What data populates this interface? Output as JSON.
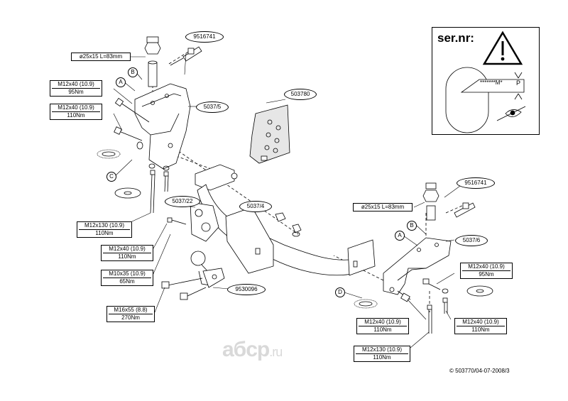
{
  "warning": {
    "ser_nr": "ser.nr:",
    "serial_text": "*******M*",
    "serial_suffix": "P"
  },
  "part_labels": {
    "top_bolt_kit": "9516741",
    "bracket_left": "5037/5",
    "wiring_kit": "503780",
    "center_bar": "5037/4",
    "socket_plate": "5037/22",
    "right_bolt_kit": "9516741",
    "bracket_right": "5037/6",
    "ball": "9530096"
  },
  "specs": [
    {
      "id": "spacer_left",
      "line1": "ø25x15 L=83mm",
      "line2": ""
    },
    {
      "id": "bolt_a_left",
      "line1": "M12x40 (10.9)",
      "line2": "95Nm"
    },
    {
      "id": "bolt_b_left",
      "line1": "M12x40 (10.9)",
      "line2": "110Nm"
    },
    {
      "id": "bolt_long_left",
      "line1": "M12x130 (10.9)",
      "line2": "110Nm"
    },
    {
      "id": "bolt_socket",
      "line1": "M12x40 (10.9)",
      "line2": "110Nm"
    },
    {
      "id": "bolt_m10",
      "line1": "M10x35 (10.9)",
      "line2": "65Nm"
    },
    {
      "id": "bolt_ball",
      "line1": "M16x55 (8.8)",
      "line2": "270Nm"
    },
    {
      "id": "spacer_right",
      "line1": "ø25x15 L=83mm",
      "line2": ""
    },
    {
      "id": "bolt_a_right",
      "line1": "M12x40 (10.9)",
      "line2": "95Nm"
    },
    {
      "id": "bolt_d_right",
      "line1": "M12x40 (10.9)",
      "line2": "110Nm"
    },
    {
      "id": "bolt_e_right",
      "line1": "M12x40 (10.9)",
      "line2": "110Nm"
    },
    {
      "id": "bolt_long_right",
      "line1": "M12x130 (10.9)",
      "line2": "110Nm"
    }
  ],
  "letters": {
    "a_left": "A",
    "b_left": "B",
    "c_left": "C",
    "a_right": "A",
    "b_right": "B",
    "d_right": "D"
  },
  "copyright": "© 503770/04-07-2008/3",
  "watermark": {
    "main": "aбcp",
    "suffix": ".ru"
  }
}
